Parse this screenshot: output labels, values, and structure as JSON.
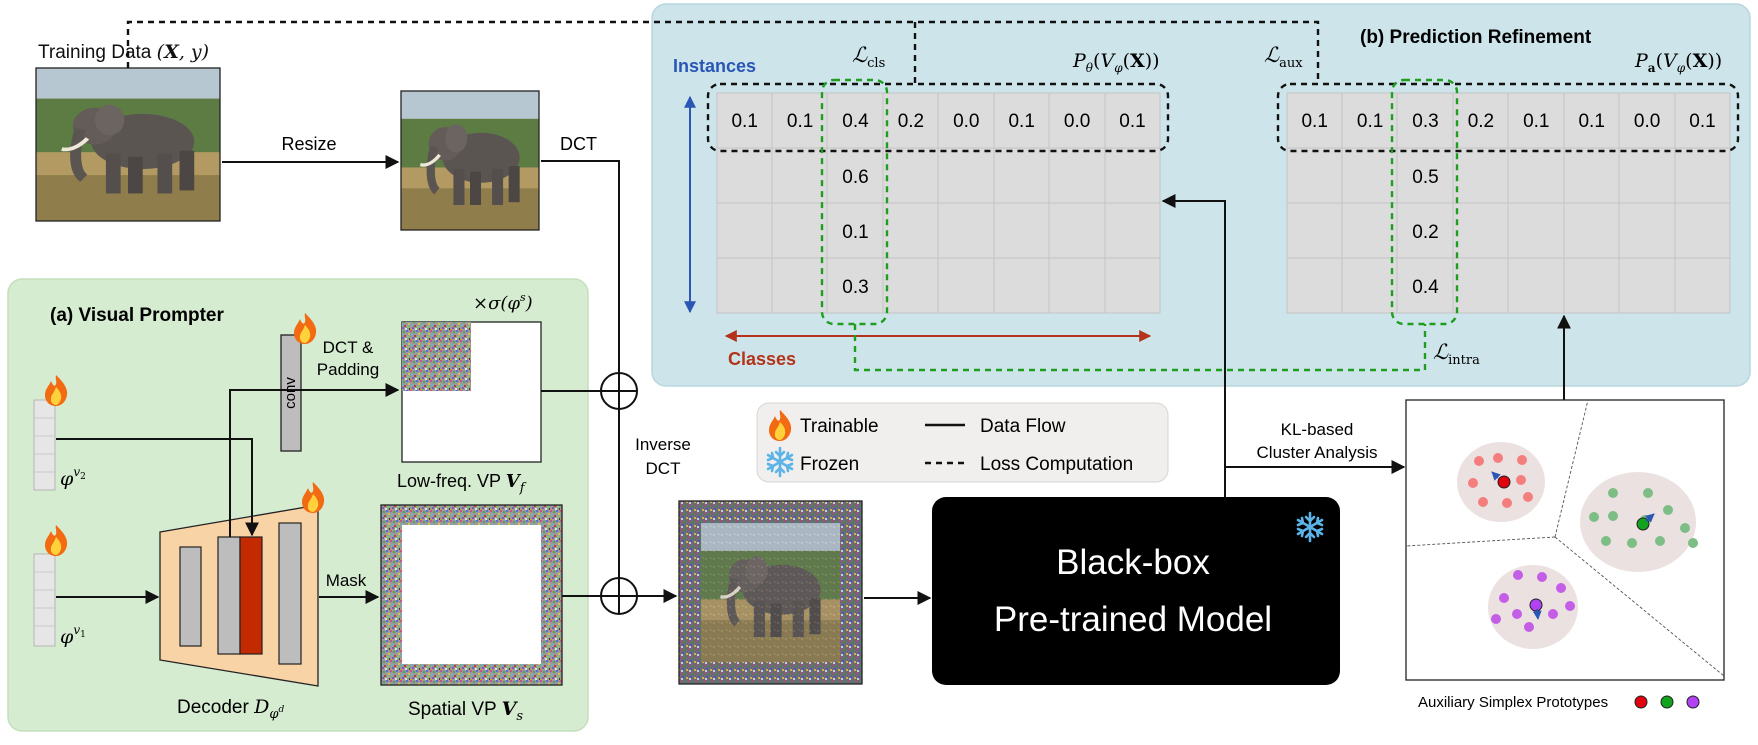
{
  "training_data": {
    "label": "Training Data ",
    "math": "(X, y)"
  },
  "edges": {
    "resize": "Resize",
    "dct": "DCT",
    "dct_padding_1": "DCT &",
    "dct_padding_2": "Padding",
    "mask": "Mask",
    "inverse_dct_1": "Inverse",
    "inverse_dct_2": "DCT",
    "kl_1": "KL-based",
    "kl_2": "Cluster Analysis"
  },
  "visual_prompter": {
    "title": "(a) Visual Prompter",
    "conv": "conv",
    "phi_v2": "φ^{v2}",
    "phi_v1": "φ^{v1}",
    "decoder_label": "Decoder D_{φ^d}",
    "scale_label": "×σ(φ^s)",
    "low_freq_label": "Low-freq. VP V_f",
    "spatial_label": "Spatial VP V_s"
  },
  "legend": {
    "trainable": "Trainable",
    "frozen": "Frozen",
    "data_flow": "Data Flow",
    "loss": "Loss Computation"
  },
  "black_box": {
    "line1": "Black-box",
    "line2": "Pre-trained Model"
  },
  "refinement": {
    "title": "(b) Prediction Refinement",
    "instances": "Instances",
    "classes": "Classes",
    "l_cls": "L_cls",
    "l_aux": "L_aux",
    "l_intra": "L_intra",
    "p_theta": "P_θ(V_φ(X))",
    "p_a": "P_a(V_φ(X))",
    "left_row": [
      "0.1",
      "0.1",
      "0.4",
      "0.2",
      "0.0",
      "0.1",
      "0.0",
      "0.1"
    ],
    "left_col": [
      "0.6",
      "0.1",
      "0.3"
    ],
    "right_row": [
      "0.1",
      "0.1",
      "0.3",
      "0.2",
      "0.1",
      "0.1",
      "0.0",
      "0.1"
    ],
    "right_col": [
      "0.5",
      "0.2",
      "0.4"
    ]
  },
  "simplex": {
    "caption": "Auxiliary Simplex Prototypes"
  },
  "colors": {
    "green_panel": "#d6ecd1",
    "blue_panel": "#cde5ea",
    "decoder": "#f8d3a6",
    "red": "#c32a00",
    "dashed_green": "#1f9d1f",
    "instances": "#2a56b6",
    "classes": "#b3341a"
  }
}
